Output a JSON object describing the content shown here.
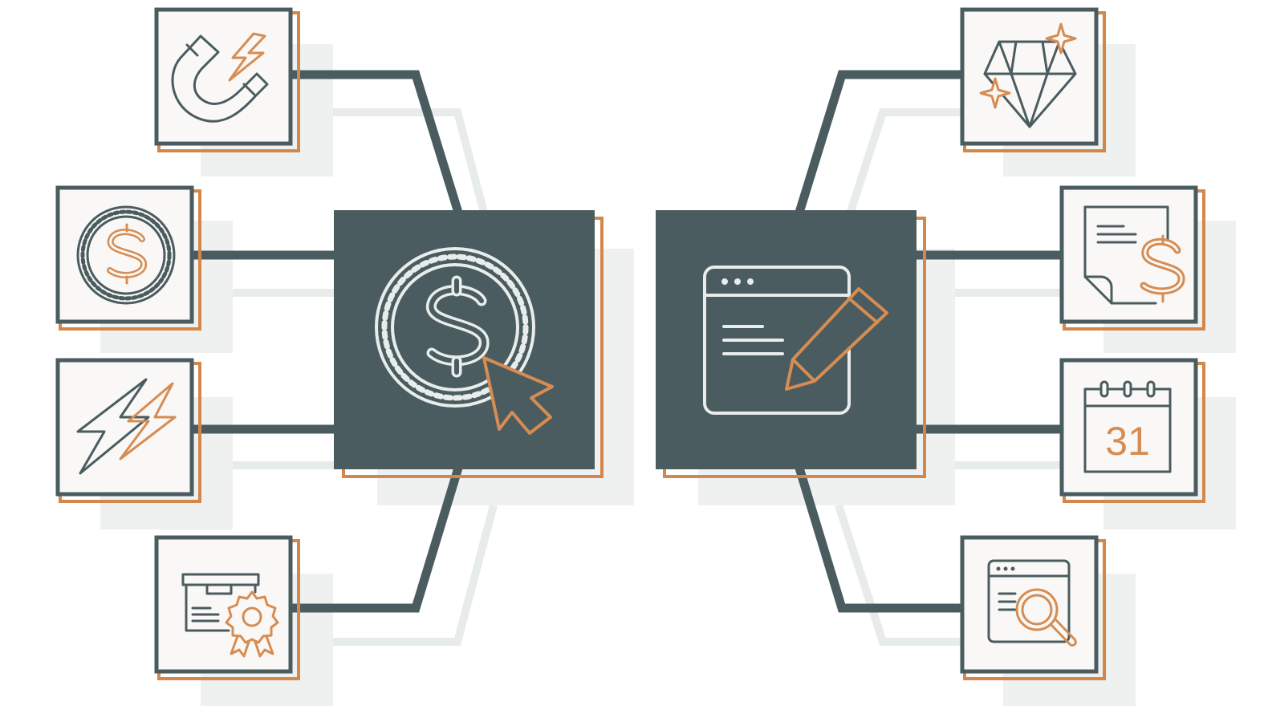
{
  "colors": {
    "dark": "#4a5c5f",
    "orange": "#d4874a",
    "icon_orange": "#d68c52",
    "tile_bg": "#f9f8f6",
    "shadow": "#e7ebea",
    "light_stroke": "#e8eceb"
  },
  "hubs": [
    {
      "id": "hub-left",
      "icon": "dollar-coin-cursor-icon"
    },
    {
      "id": "hub-right",
      "icon": "browser-pencil-icon"
    }
  ],
  "left_nodes": [
    {
      "id": "node-magnet",
      "icon": "magnet-icon"
    },
    {
      "id": "node-coin",
      "icon": "dollar-coin-icon"
    },
    {
      "id": "node-lightning",
      "icon": "lightning-bolts-icon"
    },
    {
      "id": "node-certified-box",
      "icon": "box-badge-icon"
    }
  ],
  "right_nodes": [
    {
      "id": "node-diamond",
      "icon": "diamond-icon"
    },
    {
      "id": "node-invoice",
      "icon": "invoice-dollar-icon"
    },
    {
      "id": "node-calendar",
      "icon": "calendar-icon",
      "label": "31"
    },
    {
      "id": "node-search",
      "icon": "browser-search-icon"
    }
  ]
}
